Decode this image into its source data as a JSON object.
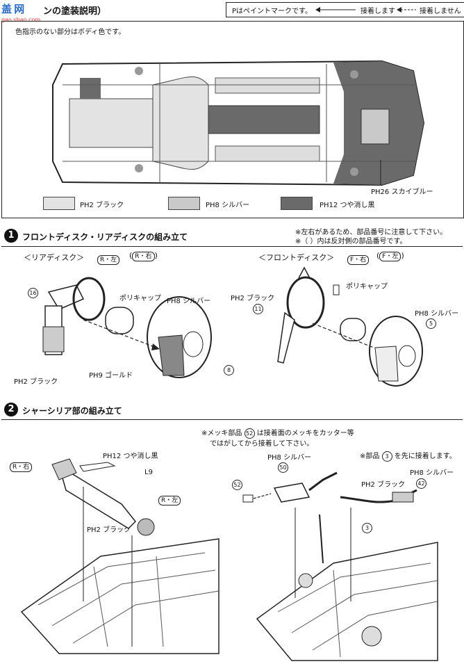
{
  "watermark": {
    "main": "盖 网",
    "sub": "gao.shan.com"
  },
  "header": {
    "title": "ンの塗装説明）",
    "legend": {
      "paint_mark": "Pはペイントマークです。",
      "glue": "接着します",
      "no_glue": "接着しません"
    }
  },
  "painting": {
    "note": "色指示のない部分はボディ色です。",
    "sky_blue_label": "PH26 スカイブルー",
    "swatches": [
      {
        "label": "PH2 ブラック",
        "color": "#e3e3e3"
      },
      {
        "label": "PH8 シルバー",
        "color": "#c9c9c9"
      },
      {
        "label": "PH12 つや消し黒",
        "color": "#6a6a6a"
      }
    ]
  },
  "step1": {
    "number": "1",
    "title": "フロントディスク・リアディスクの組み立て",
    "notes": [
      "※左右があるため、部品番号に注意して下さい。",
      "※（ ）内は反対側の部品番号です。"
    ],
    "rear": {
      "heading": "＜リアディスク＞",
      "tag_a": "R・左",
      "tag_b": "R・右",
      "labels": {
        "polycap": "ポリキャップ",
        "silver": "PH8 シルバー",
        "black": "PH2 ブラック",
        "gold": "PH9 ゴールド"
      },
      "parts": {
        "a": "16",
        "b": "8"
      }
    },
    "front": {
      "heading": "＜フロントディスク＞",
      "tag_a": "F・右",
      "tag_b": "F・左",
      "labels": {
        "polycap": "ポリキャップ",
        "silver": "PH8 シルバー",
        "black": "PH2 ブラック"
      },
      "parts": {
        "a": "11",
        "b": "5"
      }
    }
  },
  "step2": {
    "number": "2",
    "title": "シャーシリア部の組み立て",
    "left": {
      "tag_right": "R・右",
      "tag_left": "R・左",
      "labels": {
        "matte": "PH12 つや消し黒",
        "black": "PH2 ブラック",
        "l9": "L9"
      }
    },
    "right": {
      "note_line1": "※メッキ部品",
      "note_part": "52",
      "note_line2": "は接着面のメッキをカッター等",
      "note_line3": "ではがしてから接着して下さい。",
      "note_b1": "※部品",
      "note_b_part": "3",
      "note_b2": "を先に接着します。",
      "labels": {
        "silver1": "PH8 シルバー",
        "silver2": "PH8 シルバー",
        "black": "PH2 ブラック"
      },
      "parts": {
        "p50": "50",
        "p52": "52",
        "p42": "42",
        "p3": "3"
      }
    }
  }
}
